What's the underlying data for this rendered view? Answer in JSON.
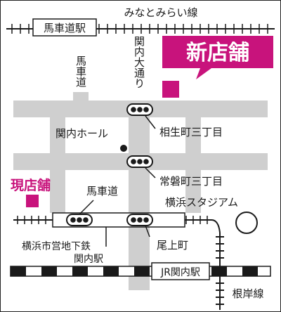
{
  "colors": {
    "road": "#cfcfcf",
    "accent": "#c8137c",
    "line": "#1a1a1a",
    "background": "#ffffff"
  },
  "railways": {
    "minatomirai": "みなとみらい線",
    "negishi": "根岸線"
  },
  "stations": {
    "bashamichi_top": "馬車道駅",
    "jr_kannai": "JR関内駅",
    "subway_kannai": "横浜市営地下鉄\n関内駅",
    "subway_kannai_line1": "横浜市営地下鉄",
    "subway_kannai_line2": "関内駅"
  },
  "streets": {
    "kannai_odori": "関内大通り",
    "bashamichi": "馬車道"
  },
  "intersections": {
    "aioi": "相生町三丁目",
    "tokiwa": "常磐町三丁目",
    "bashamichi": "馬車道",
    "onoe": "尾上町"
  },
  "landmarks": {
    "kannai_hall": "関内ホール",
    "yokohama_stadium": "横浜スタジアム"
  },
  "stores": {
    "new": "新店舗",
    "current": "現店舗"
  },
  "icons": {
    "signal": "traffic-signal-icon",
    "landmark": "landmark-dot-icon",
    "stadium": "stadium-circle-icon"
  }
}
